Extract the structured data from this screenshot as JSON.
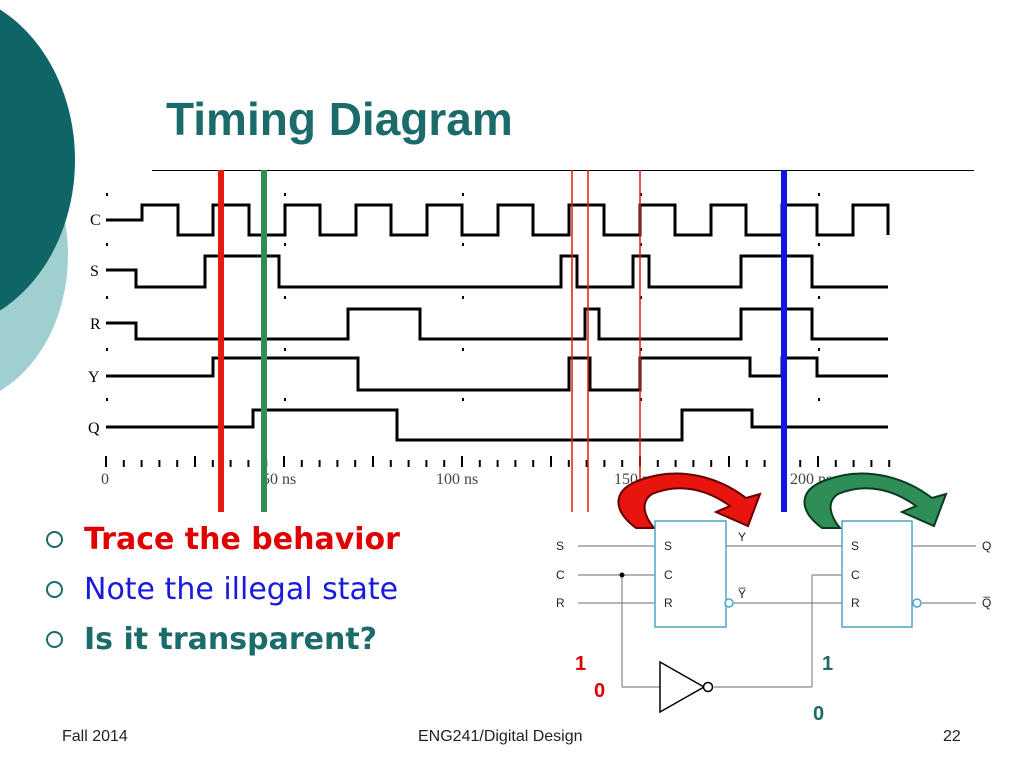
{
  "slide": {
    "title": "Timing Diagram",
    "bullets": [
      "Trace the behavior",
      "Note the illegal state",
      "Is it transparent?"
    ],
    "footer": {
      "left": "Fall 2014",
      "center": "ENG241/Digital Design",
      "page": "22"
    }
  },
  "timing": {
    "signals": [
      "C",
      "S",
      "R",
      "Y",
      "Q"
    ],
    "time_labels": [
      "0",
      "50 ns",
      "100 ns",
      "150 ns",
      "200 ns"
    ]
  },
  "circuit": {
    "input_labels": [
      "S",
      "C",
      "R"
    ],
    "output_labels": [
      "Q",
      "Q̅"
    ],
    "latch1_pins": [
      "S",
      "C",
      "R",
      "Y",
      "Y̅"
    ],
    "latch2_pins": [
      "S",
      "C",
      "R"
    ],
    "clock_values_left": [
      "1",
      "0"
    ],
    "clock_values_right": [
      "1",
      "0"
    ]
  },
  "colors": {
    "title": "#1b6b6b",
    "marker_red": "#e8190e",
    "marker_green": "#2f8e57",
    "marker_blue": "#1313e6",
    "latch_box": "#4aa6c8"
  }
}
